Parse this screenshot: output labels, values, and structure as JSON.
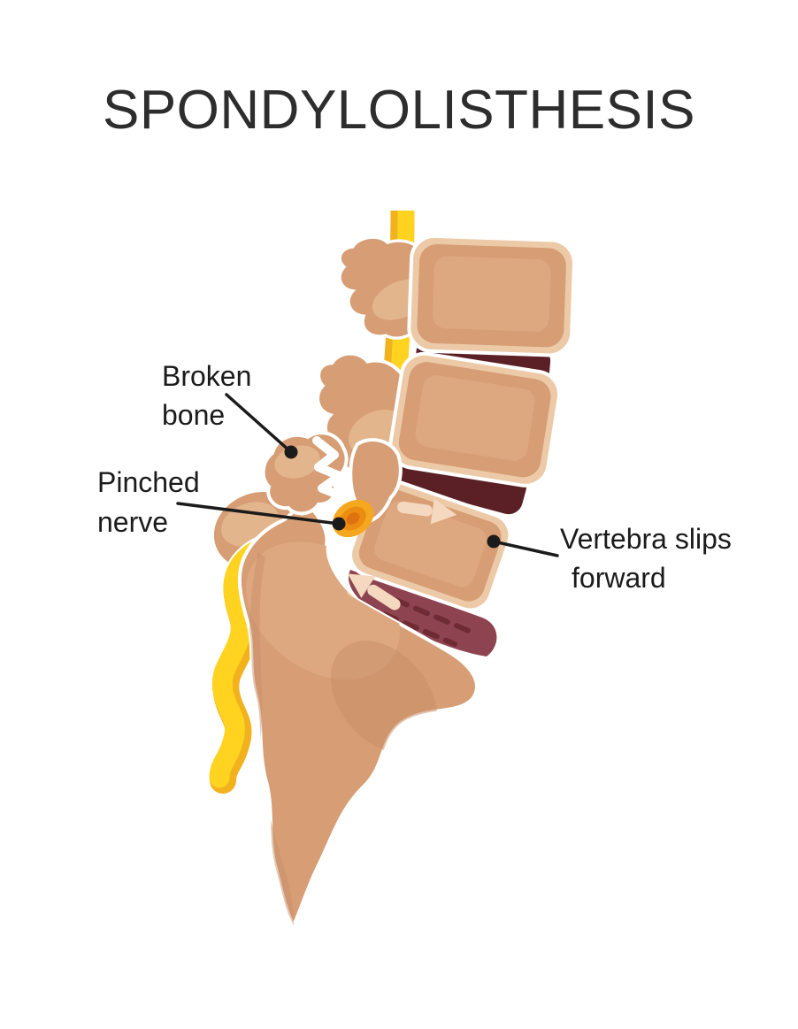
{
  "title": "SPONDYLOLISTHESIS",
  "labels": {
    "broken_bone": {
      "line1": "Broken",
      "line2": "bone"
    },
    "pinched_nerve": {
      "line1": "Pinched",
      "line2": "nerve"
    },
    "vertebra_slips": {
      "line1": "Vertebra slips",
      "line2": "forward"
    }
  },
  "figure": {
    "description": "Side-view medical illustration of a lumbar spine with spondylolisthesis: three vertebrae with dark discs, a fractured pars (broken bone), an orange pinched nerve, a slipped vertebra over the sacrum with a deformed red disc, yellow spinal cord and sacral nerve, and two cream arrows showing the forward slip direction"
  },
  "colors": {
    "background": "#FFFFFF",
    "title_text": "#2D2D2D",
    "label_text": "#1B1B1B",
    "leader_line": "#1B1B1B",
    "bone_light": "#EDCAA7",
    "bone_mid": "#D79D74",
    "bone_inner": "#DDA87F",
    "bone_highlight": "#E3B58D",
    "bone_shadow": "#C9906A",
    "disc_dark": "#5A2026",
    "disc_injured": "#8E4450",
    "disc_ridge": "#6E2B34",
    "cord_yellow": "#FFD320",
    "cord_yellow_dark": "#F1B21D",
    "nerve_orange_outer": "#F5A81F",
    "nerve_orange_mid": "#EC8C11",
    "nerve_orange_core": "#DE7110",
    "arrow": "#F4D8C0"
  }
}
